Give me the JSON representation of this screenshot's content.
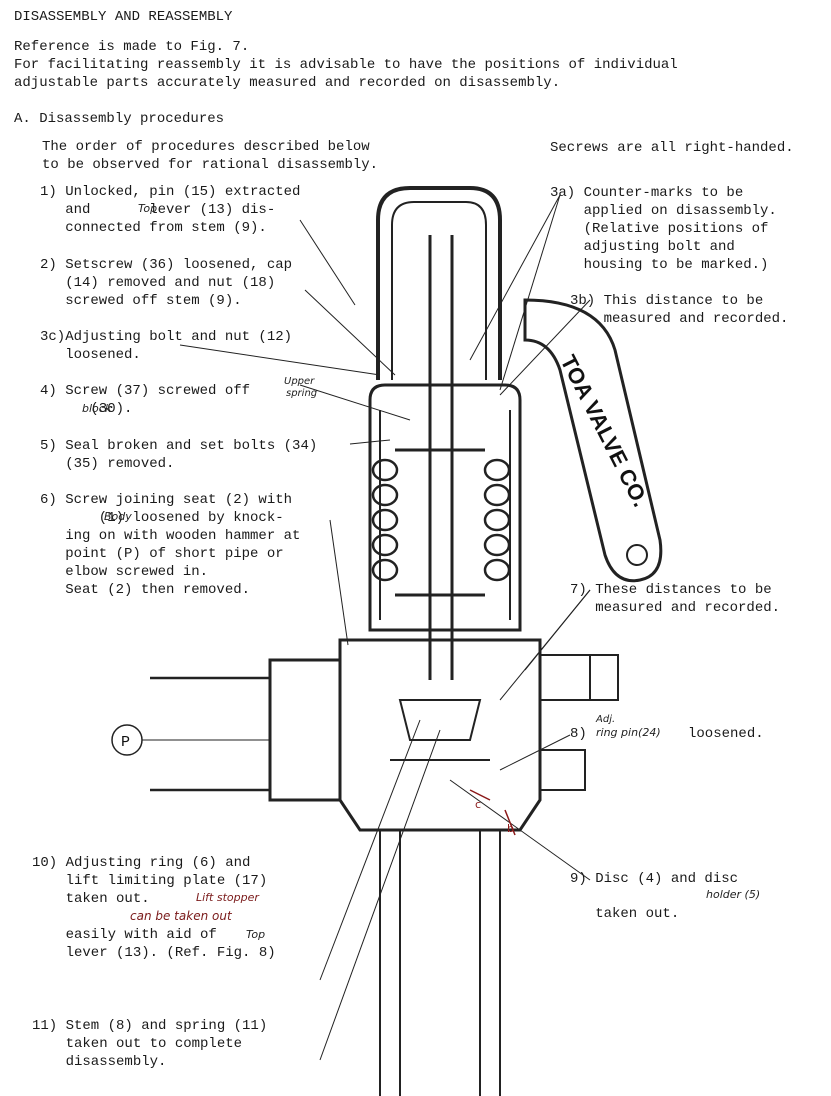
{
  "title": "DISASSEMBLY AND REASSEMBLY",
  "intro": [
    "Reference is made to Fig. 7.",
    "For facilitating reassembly it is advisable to have the positions of individual",
    "adjustable parts accurately measured and recorded on disassembly."
  ],
  "section_heading": "A. Disassembly procedures",
  "order_note": [
    "The order of procedures described below",
    "to be observed for rational disassembly."
  ],
  "screws_note": "Secrews are all right-handed.",
  "steps": {
    "s1": [
      "1) Unlocked, pin (15) extracted",
      "   and       lever (13) dis-",
      "   connected from stem (9)."
    ],
    "s1_hw": "Top",
    "s2": [
      "2) Setscrew (36) loosened, cap",
      "   (14) removed and nut (18)",
      "   screwed off stem (9)."
    ],
    "s3c": [
      "3c)Adjusting bolt and nut (12)",
      "   loosened."
    ],
    "s4": [
      "4) Screw (37) screwed off",
      "      (30)."
    ],
    "s4_hw": [
      "Upper",
      "spring",
      "block"
    ],
    "s5": [
      "5) Seal broken and set bolts (34)",
      "   (35) removed."
    ],
    "s6": [
      "6) Screw joining seat (2) with",
      "       (1) loosened by knock-",
      "   ing on with wooden hammer at",
      "   point (P) of short pipe or",
      "   elbow screwed in.",
      "   Seat (2) then removed."
    ],
    "s6_hw": "Body",
    "s3a": [
      "3a) Counter-marks to be",
      "    applied on disassembly.",
      "    (Relative positions of",
      "    adjusting bolt and",
      "    housing to be marked.)"
    ],
    "s3b": [
      "3b) This distance to be",
      "    measured and recorded."
    ],
    "s7": [
      "7) These distances to be",
      "   measured and recorded."
    ],
    "s8": [
      "8)",
      "     loosened."
    ],
    "s8_hw": [
      "Adj.",
      "ring pin(24)"
    ],
    "s9": [
      "9) Disc (4) and disc",
      "",
      "   taken out."
    ],
    "s9_hw": "holder (5)",
    "s10": [
      "10) Adjusting ring (6) and",
      "    lift limiting plate (17)",
      "    taken out.",
      "",
      "    easily with aid of",
      "    lever (13). (Ref. Fig. 8)"
    ],
    "s10_hw": [
      "Lift stopper",
      "can be taken out",
      "Top"
    ],
    "s11": [
      "11) Stem (8) and spring (11)",
      "    taken out to complete",
      "    disassembly."
    ]
  },
  "drawing": {
    "lever_text": "TOA VALVE CO.",
    "point_label": "P",
    "mark_b": "b",
    "mark_c": "c"
  }
}
